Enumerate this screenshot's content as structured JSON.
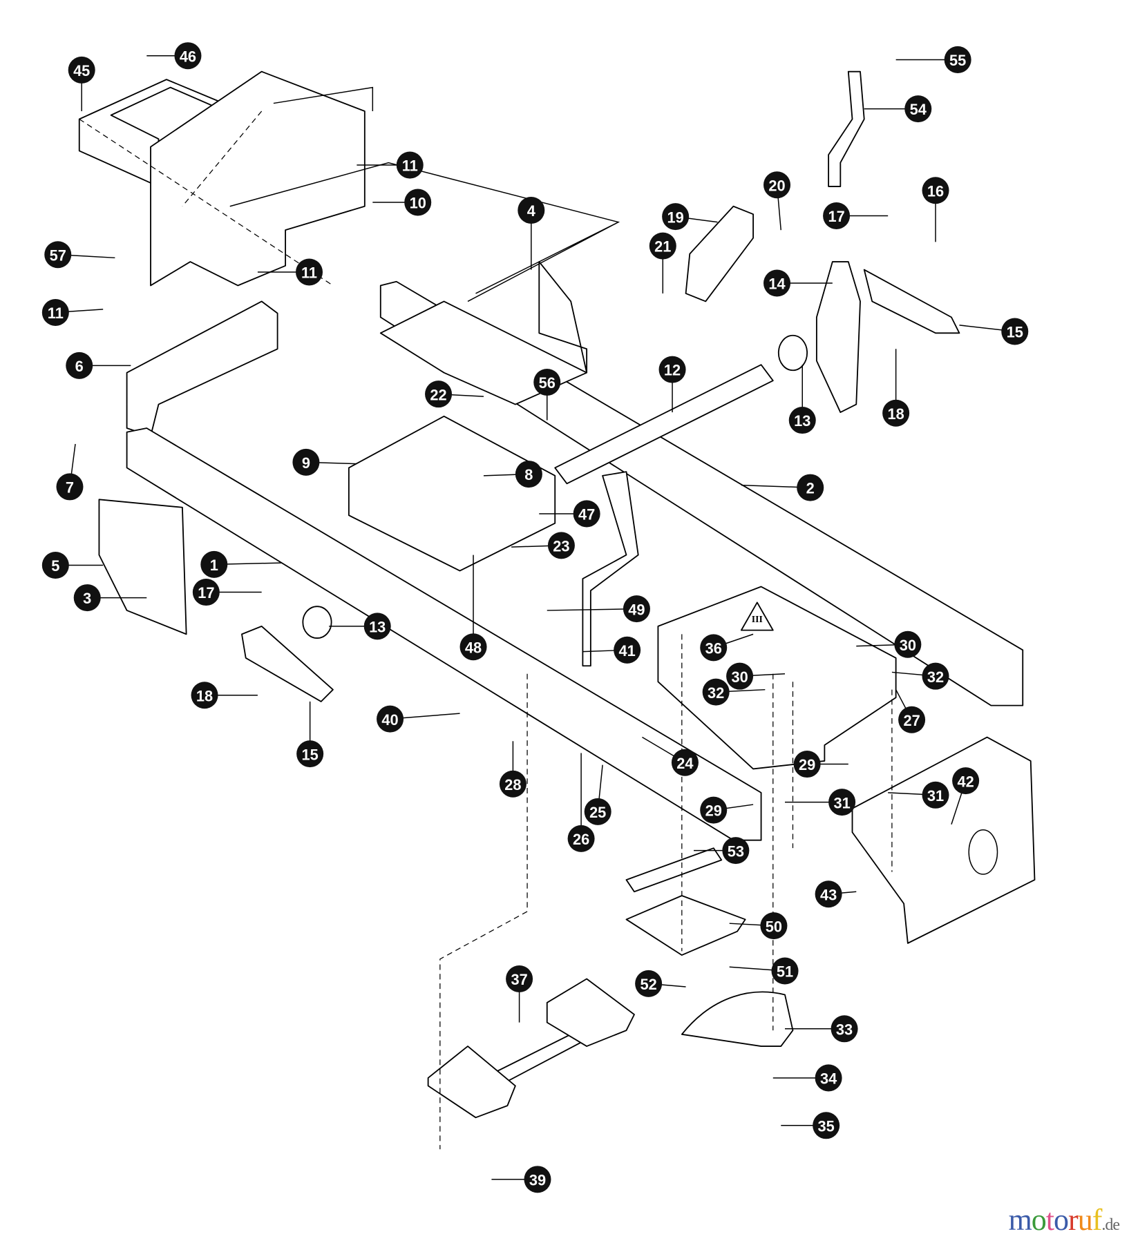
{
  "diagram": {
    "callouts": [
      "46",
      "45",
      "55",
      "54",
      "11",
      "10",
      "4",
      "20",
      "19",
      "16",
      "17",
      "21",
      "57",
      "11",
      "14",
      "11",
      "15",
      "6",
      "12",
      "22",
      "56",
      "13",
      "18",
      "9",
      "8",
      "2",
      "7",
      "47",
      "23",
      "1",
      "5",
      "3",
      "17",
      "49",
      "13",
      "36",
      "30",
      "48",
      "41",
      "32",
      "30",
      "32",
      "18",
      "40",
      "27",
      "24",
      "15",
      "28",
      "29",
      "42",
      "31",
      "25",
      "29",
      "31",
      "26",
      "53",
      "43",
      "50",
      "51",
      "37",
      "52",
      "33",
      "34",
      "35",
      "39"
    ],
    "section_marker": "III"
  },
  "watermark": {
    "brand": "motoruf",
    "suffix": ".de",
    "colors": [
      "#3b5ba9",
      "#3a9a3a",
      "#e0508a",
      "#3b5ba9",
      "#d83a2a",
      "#f08a1a",
      "#e8c020"
    ]
  }
}
